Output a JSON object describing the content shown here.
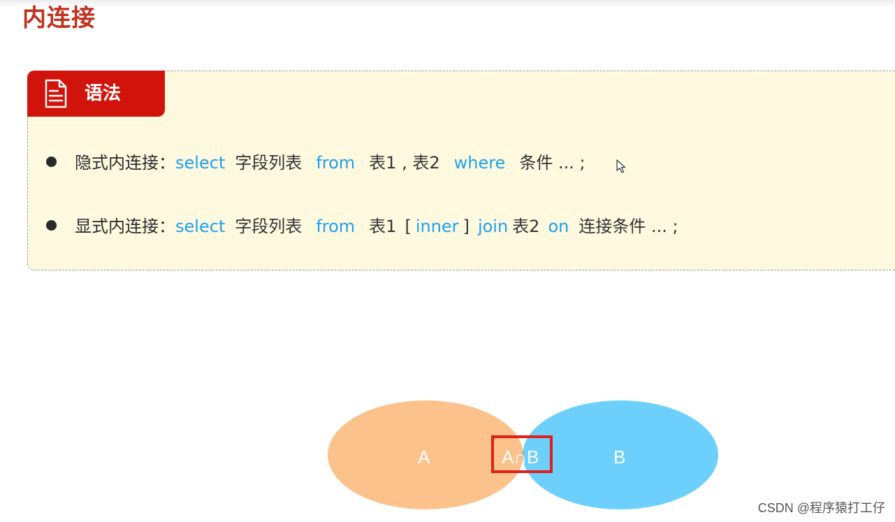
{
  "page": {
    "title": "内连接"
  },
  "syntax": {
    "tag_label": "语法",
    "tag_icon": "document-icon",
    "implicit": {
      "label": "隐式内连接：",
      "kw_select": "select",
      "fields": "字段列表",
      "kw_from": "from",
      "tables": "表1 , 表2",
      "kw_where": "where",
      "condition": "条件 ... ;"
    },
    "explicit": {
      "label": "显式内连接：",
      "kw_select": "select",
      "fields": "字段列表",
      "kw_from": "from",
      "table1": "表1",
      "bracket_open": "[",
      "kw_inner": "inner",
      "bracket_close": "]",
      "kw_join": "join",
      "table2": "表2",
      "kw_on": "on",
      "condition": "连接条件 ... ;"
    }
  },
  "venn": {
    "label_a": "A",
    "label_intersection": "A∩B",
    "label_b": "B",
    "colors": {
      "a": "#fcc28c",
      "b": "#6dd0fc",
      "intersection": "#8e7e48",
      "highlight": "#e0201a"
    }
  },
  "watermark": {
    "text": "CSDN @程序猿打工仔"
  },
  "colors": {
    "title": "#c0301e",
    "tag_bg": "#d0140c",
    "box_bg": "#fff9e0",
    "keyword": "#1aa3ee"
  }
}
